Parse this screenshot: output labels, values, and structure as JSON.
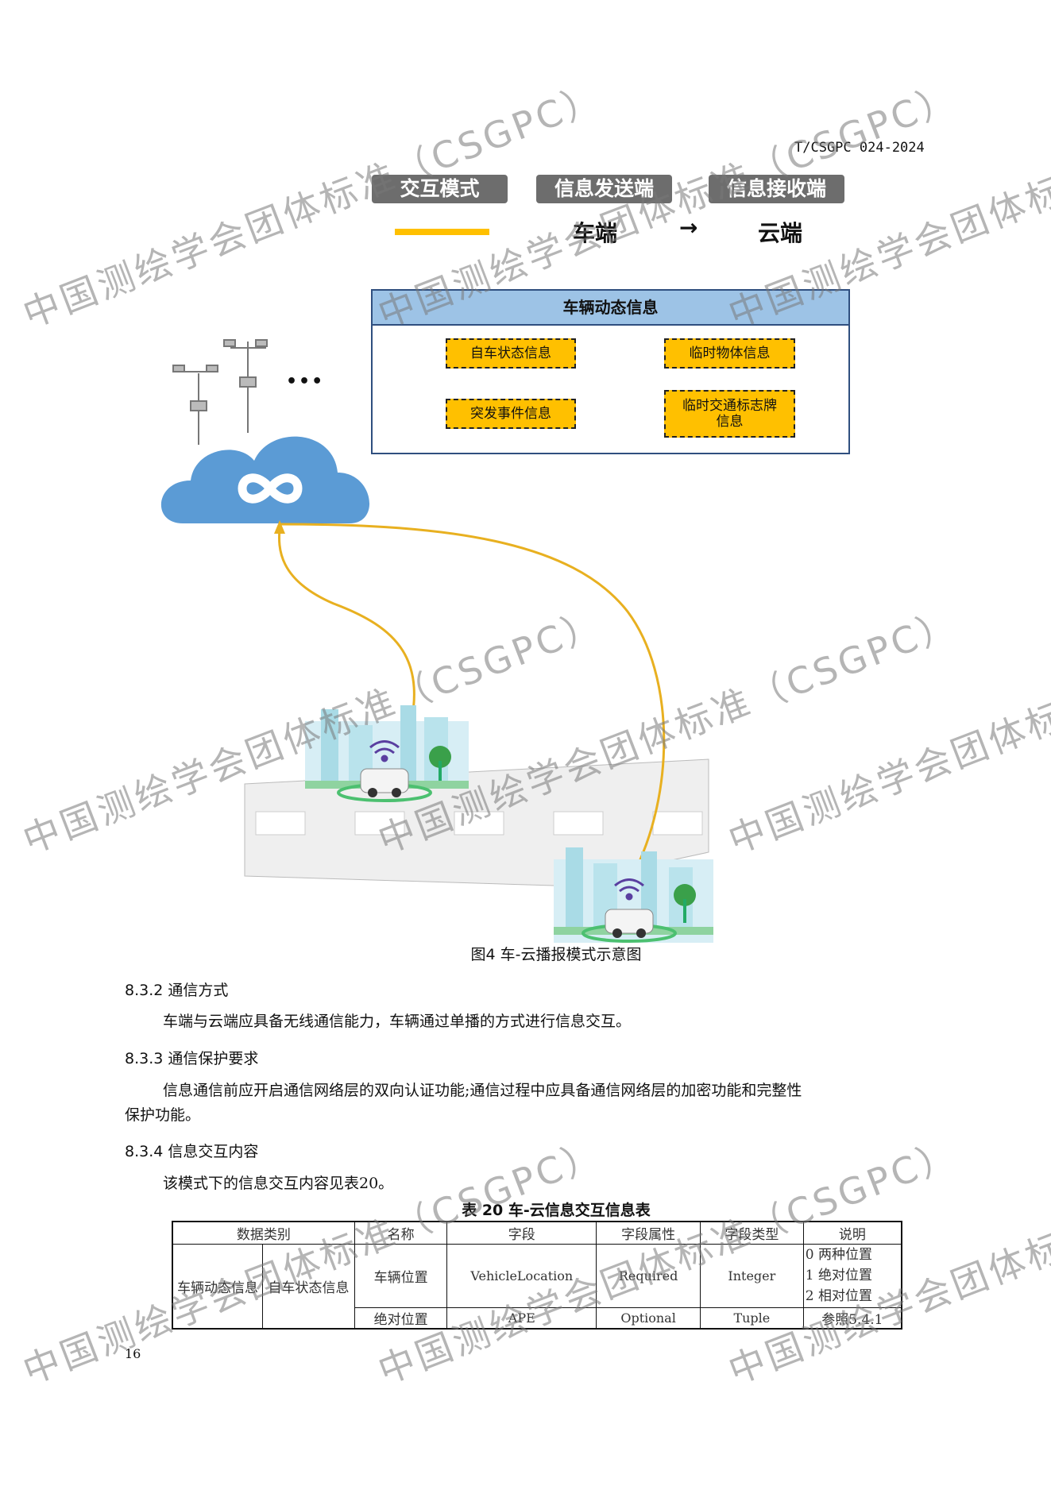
{
  "header": {
    "doc_id": "T/CSGPC 024-2024"
  },
  "figure": {
    "legend_labels": [
      "交互模式",
      "信息发送端",
      "信息接收端"
    ],
    "sender": "车端",
    "arrow": "→",
    "receiver": "云端",
    "line_color": "#ffc000",
    "info_box": {
      "title": "车辆动态信息",
      "items": [
        "自车状态信息",
        "临时物体信息",
        "突发事件信息",
        "临时交通标志牌信息"
      ]
    },
    "ellipsis": "•••",
    "caption": "图4  车-云播报模式示意图"
  },
  "sections": [
    {
      "heading": "8.3.2  通信方式",
      "paragraph": "车端与云端应具备无线通信能力，车辆通过单播的方式进行信息交互。"
    },
    {
      "heading": "8.3.3  通信保护要求",
      "paragraph": "信息通信前应开启通信网络层的双向认证功能;通信过程中应具备通信网络层的加密功能和完整性",
      "paragraph_cont": "保护功能。"
    },
    {
      "heading": "8.3.4  信息交互内容",
      "paragraph": "该模式下的信息交互内容见表20。"
    }
  ],
  "table": {
    "caption": "表 20  车-云信息交互信息表",
    "headers": [
      "数据类别",
      "名称",
      "字段",
      "字段属性",
      "字段类型",
      "说明"
    ],
    "category_1": "车辆动态信息",
    "category_2": "自车状态信息",
    "rows": [
      {
        "name": "车辆位置",
        "field": "VehicleLocation",
        "attr": "Required",
        "type": "Integer",
        "desc": [
          "0  两种位置",
          "1  绝对位置",
          "2  相对位置"
        ]
      },
      {
        "name": "绝对位置",
        "field": "APE",
        "attr": "Optional",
        "type": "Tuple",
        "desc": [
          "参照5.4.1"
        ]
      }
    ]
  },
  "page_number": "16",
  "watermark": "中国测绘学会团体标准（CSGPC）"
}
